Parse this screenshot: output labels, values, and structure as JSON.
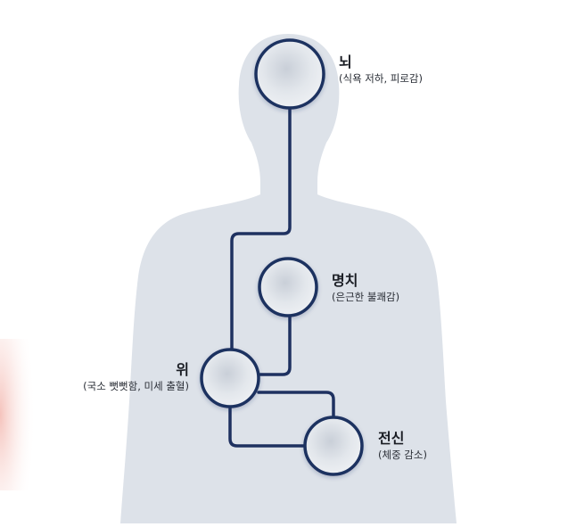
{
  "nodes": [
    {
      "id": "brain",
      "title": "뇌",
      "description": "(식욕 저하, 피로감)"
    },
    {
      "id": "solar-plexus",
      "title": "명치",
      "description": "(은근한 불쾌감)"
    },
    {
      "id": "stomach",
      "title": "위",
      "description": "(국소 뻣뻣함, 미세 출혈)"
    },
    {
      "id": "whole-body",
      "title": "전신",
      "description": "(체중 감소)"
    }
  ],
  "colors": {
    "background": "#ffffff",
    "silhouette": "#dde2e9",
    "connector": "#1e3160",
    "node_ring": "#1e3160",
    "node_fill": "#e9edf2",
    "accent_blush": "#f6c9c3"
  }
}
